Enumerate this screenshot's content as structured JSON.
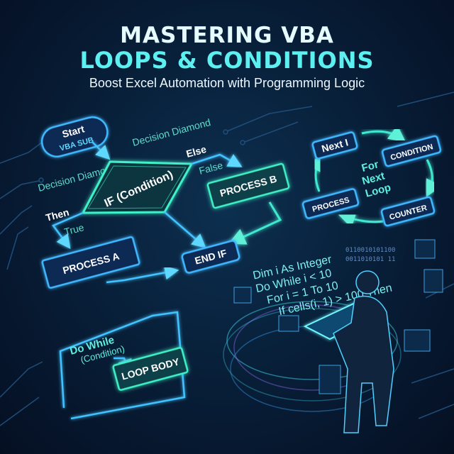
{
  "header": {
    "title_line1": "MASTERING VBA",
    "title_line2": "LOOPS & CONDITIONS",
    "subtitle": "Boost Excel Automation with Programming Logic"
  },
  "if_flowchart": {
    "start_label": "Start",
    "start_sublabel": "VBA SUB",
    "decision_label_top": "Decision Diamond",
    "decision_label_left": "Decision Diamond",
    "condition": "IF (Condition)",
    "else_label": "Else",
    "false_label": "False",
    "then_label": "Then",
    "true_label": "True",
    "process_a": "PROCESS A",
    "process_b": "PROCESS B",
    "end_if": "END IF"
  },
  "for_next_loop": {
    "center_label": [
      "For",
      "Next",
      "Loop"
    ],
    "nodes": [
      "Next I",
      "CONDITION",
      "COUNTER",
      "PROCESS"
    ]
  },
  "do_while_loop": {
    "label": "Do While",
    "sublabel": "(Condition)",
    "body": "LOOP BODY"
  },
  "code_lines": [
    "Dim i As Integer",
    "Do While i < 10",
    "For i = 1 To 10",
    "If cells(i, 1) > 100 Then"
  ],
  "binary_text": [
    "0110010101100",
    "0011010101 11"
  ],
  "colors": {
    "background": "#061226",
    "title_accent": "#5cf0f0",
    "blue_glow": "#3fb8ff",
    "green_glow": "#3ff0c8"
  }
}
